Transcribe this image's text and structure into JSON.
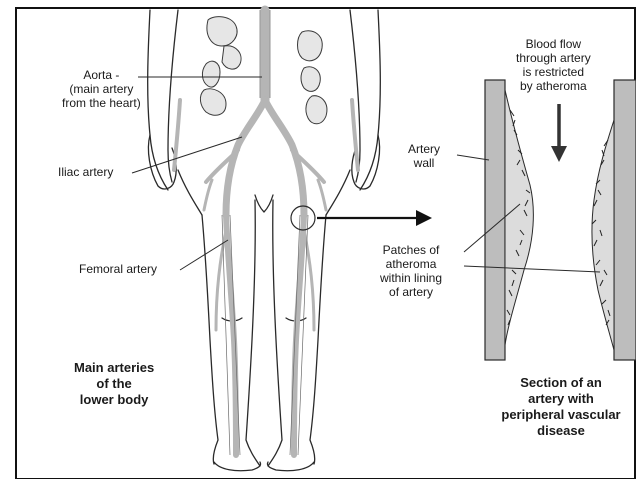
{
  "labels": {
    "aorta": [
      "Aorta -",
      "(main artery",
      "from the heart)"
    ],
    "iliac": "Iliac artery",
    "femoral": "Femoral artery",
    "artery_wall": [
      "Artery",
      "wall"
    ],
    "blood_flow": [
      "Blood flow",
      "through artery",
      "is restricted",
      "by atheroma"
    ],
    "patches": [
      "Patches of",
      "atheroma",
      "within lining",
      "of artery"
    ],
    "main_arteries": [
      "Main arteries",
      "of the",
      "lower body"
    ],
    "section": [
      "Section of an",
      "artery with",
      "peripheral vascular",
      "disease"
    ]
  },
  "colors": {
    "outline": "#2a2a2a",
    "artery": "#b5b5b5",
    "wall": "#bdbdbd",
    "frame": "#111111"
  }
}
